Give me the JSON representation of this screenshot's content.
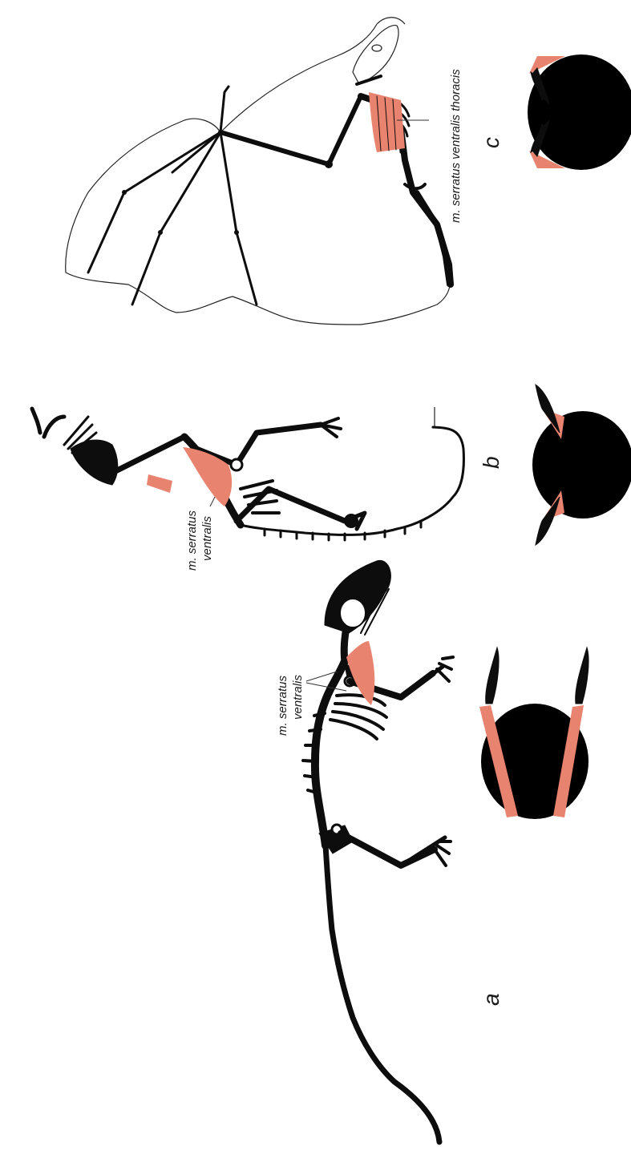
{
  "panels": {
    "a": {
      "label": "a",
      "muscle_label_line1": "m. serratus",
      "muscle_label_line2": "ventralis"
    },
    "b": {
      "label": "b",
      "muscle_label_line1": "m. serratus",
      "muscle_label_line2": "ventralis"
    },
    "c": {
      "label": "c",
      "muscle_label": "m. serratus ventralis thoracis"
    }
  },
  "colors": {
    "bone": "#0d0d0d",
    "muscle": "#e8836f",
    "background": "#ffffff"
  }
}
